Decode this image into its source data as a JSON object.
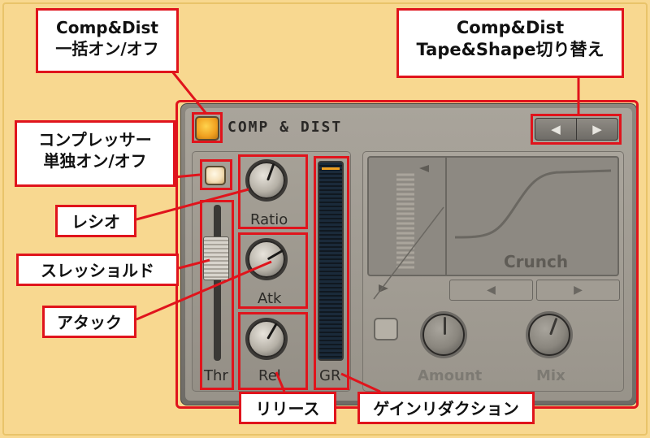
{
  "plugin": {
    "title": "COMP & DIST",
    "knobs": {
      "ratio_label": "Ratio",
      "atk_label": "Atk",
      "rel_label": "Rel",
      "amount_label": "Amount",
      "mix_label": "Mix"
    },
    "fader": {
      "thr_label": "Thr"
    },
    "meter": {
      "gr_label": "GR"
    },
    "shape": {
      "preset_name": "Crunch"
    },
    "icons": {
      "left_arrow": "◀",
      "right_arrow": "▶"
    }
  },
  "annotations": {
    "comp_dist_power": {
      "line1": "Comp&Dist",
      "line2": "一括オン/オフ"
    },
    "mode_switch": {
      "line1": "Comp&Dist",
      "line2": "Tape&Shape切り替え"
    },
    "comp_power": {
      "line1": "コンプレッサー",
      "line2": "単独オン/オフ"
    },
    "ratio": "レシオ",
    "threshold": "スレッショルド",
    "attack": "アタック",
    "release": "リリース",
    "gain_reduction": "ゲインリダクション"
  },
  "colors": {
    "accent": "#e0141c",
    "background": "#f8d890",
    "led_on": "#f0a020"
  }
}
